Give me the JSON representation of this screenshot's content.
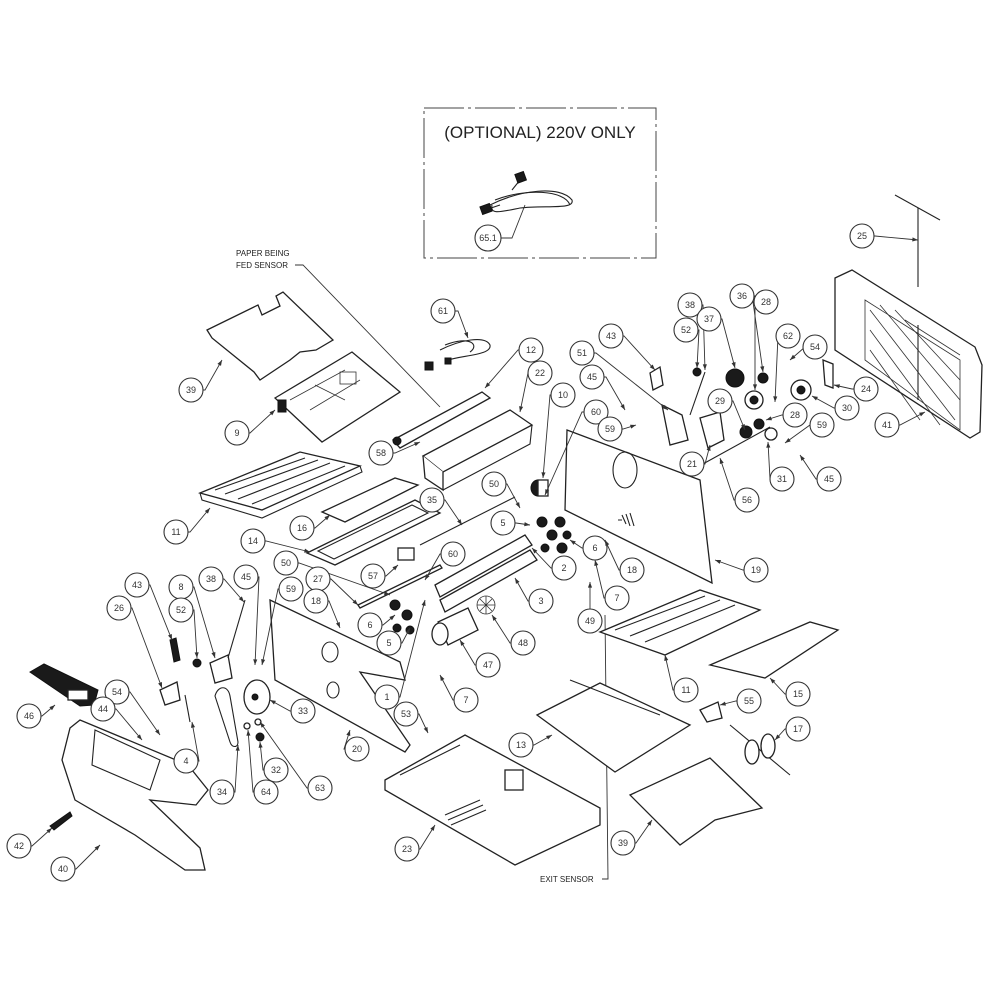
{
  "optional_box": {
    "title": "(OPTIONAL) 220V ONLY",
    "part": "65.1"
  },
  "notes": {
    "paper_fed_sensor_line1": "PAPER BEING",
    "paper_fed_sensor_line2": "FED SENSOR",
    "exit_sensor": "EXIT SENSOR"
  },
  "callouts": [
    {
      "id": "c25",
      "label": "25"
    },
    {
      "id": "c61",
      "label": "61"
    },
    {
      "id": "c12",
      "label": "12"
    },
    {
      "id": "c39a",
      "label": "39"
    },
    {
      "id": "c9",
      "label": "9"
    },
    {
      "id": "c58",
      "label": "58"
    },
    {
      "id": "c22",
      "label": "22"
    },
    {
      "id": "c10",
      "label": "10"
    },
    {
      "id": "c60a",
      "label": "60"
    },
    {
      "id": "c43a",
      "label": "43"
    },
    {
      "id": "c51",
      "label": "51"
    },
    {
      "id": "c45a",
      "label": "45"
    },
    {
      "id": "c59a",
      "label": "59"
    },
    {
      "id": "c38a",
      "label": "38"
    },
    {
      "id": "c52a",
      "label": "52"
    },
    {
      "id": "c36",
      "label": "36"
    },
    {
      "id": "c37",
      "label": "37"
    },
    {
      "id": "c28a",
      "label": "28"
    },
    {
      "id": "c62",
      "label": "62"
    },
    {
      "id": "c54a",
      "label": "54"
    },
    {
      "id": "c24",
      "label": "24"
    },
    {
      "id": "c30",
      "label": "30"
    },
    {
      "id": "c41",
      "label": "41"
    },
    {
      "id": "c29",
      "label": "29"
    },
    {
      "id": "c28b",
      "label": "28"
    },
    {
      "id": "c59b",
      "label": "59"
    },
    {
      "id": "c21",
      "label": "21"
    },
    {
      "id": "c31",
      "label": "31"
    },
    {
      "id": "c45b",
      "label": "45"
    },
    {
      "id": "c56",
      "label": "56"
    },
    {
      "id": "c11a",
      "label": "11"
    },
    {
      "id": "c16",
      "label": "16"
    },
    {
      "id": "c35",
      "label": "35"
    },
    {
      "id": "c50a",
      "label": "50"
    },
    {
      "id": "c5a",
      "label": "5"
    },
    {
      "id": "c6a",
      "label": "6"
    },
    {
      "id": "c18a",
      "label": "18"
    },
    {
      "id": "c19",
      "label": "19"
    },
    {
      "id": "c14",
      "label": "14"
    },
    {
      "id": "c50b",
      "label": "50"
    },
    {
      "id": "c57",
      "label": "57"
    },
    {
      "id": "c60b",
      "label": "60"
    },
    {
      "id": "c2",
      "label": "2"
    },
    {
      "id": "c3",
      "label": "3"
    },
    {
      "id": "c7a",
      "label": "7"
    },
    {
      "id": "c49",
      "label": "49"
    },
    {
      "id": "c27",
      "label": "27"
    },
    {
      "id": "c18b",
      "label": "18"
    },
    {
      "id": "c6b",
      "label": "6"
    },
    {
      "id": "c5b",
      "label": "5"
    },
    {
      "id": "c48",
      "label": "48"
    },
    {
      "id": "c47",
      "label": "47"
    },
    {
      "id": "c43b",
      "label": "43"
    },
    {
      "id": "c8",
      "label": "8"
    },
    {
      "id": "c38b",
      "label": "38"
    },
    {
      "id": "c45c",
      "label": "45"
    },
    {
      "id": "c59c",
      "label": "59"
    },
    {
      "id": "c26",
      "label": "26"
    },
    {
      "id": "c52b",
      "label": "52"
    },
    {
      "id": "c1",
      "label": "1"
    },
    {
      "id": "c7b",
      "label": "7"
    },
    {
      "id": "c11b",
      "label": "11"
    },
    {
      "id": "c15",
      "label": "15"
    },
    {
      "id": "c46",
      "label": "46"
    },
    {
      "id": "c54b",
      "label": "54"
    },
    {
      "id": "c44",
      "label": "44"
    },
    {
      "id": "c33",
      "label": "33"
    },
    {
      "id": "c53",
      "label": "53"
    },
    {
      "id": "c55",
      "label": "55"
    },
    {
      "id": "c13",
      "label": "13"
    },
    {
      "id": "c17",
      "label": "17"
    },
    {
      "id": "c4",
      "label": "4"
    },
    {
      "id": "c20",
      "label": "20"
    },
    {
      "id": "c32",
      "label": "32"
    },
    {
      "id": "c63",
      "label": "63"
    },
    {
      "id": "c34",
      "label": "34"
    },
    {
      "id": "c64",
      "label": "64"
    },
    {
      "id": "c39b",
      "label": "39"
    },
    {
      "id": "c42",
      "label": "42"
    },
    {
      "id": "c23",
      "label": "23"
    },
    {
      "id": "c40",
      "label": "40"
    }
  ]
}
